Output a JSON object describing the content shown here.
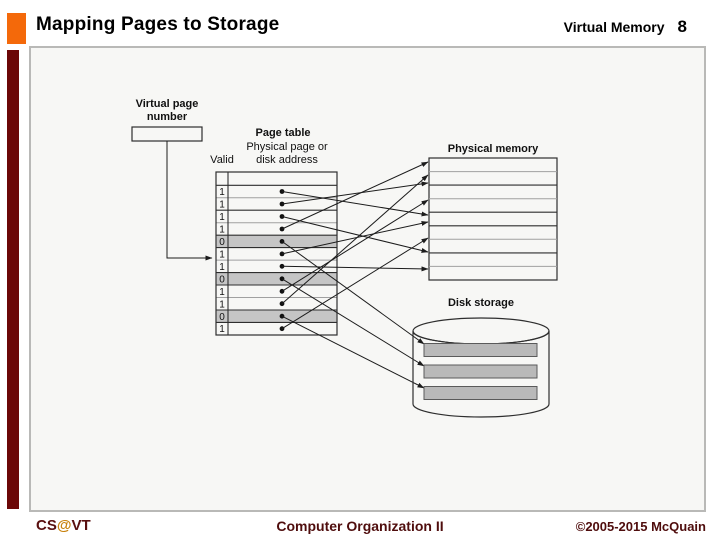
{
  "header": {
    "title": "Mapping Pages to Storage",
    "course": "Virtual Memory",
    "slide_number": "8"
  },
  "footer": {
    "cs": "CS",
    "at": "@",
    "vt": "VT",
    "center": "Computer Organization II",
    "copyright": "©2005-2015 McQuain"
  },
  "diagram": {
    "vpn_label1": "Virtual page",
    "vpn_label2": "number",
    "page_table": {
      "title": "Page table",
      "header1": "Physical page or",
      "header2": "disk address",
      "valid_label": "Valid",
      "valid_bits": [
        "1",
        "1",
        "1",
        "1",
        "0",
        "1",
        "1",
        "0",
        "1",
        "1",
        "0",
        "1"
      ]
    },
    "memory_label": "Physical memory",
    "memory_rows": 9,
    "disk_label": "Disk storage",
    "disk_blocks": 3,
    "colors": {
      "accent_orange": "#F4690A",
      "sidebar_maroon": "#6C0707",
      "footer_text": "#4F0D0D",
      "invalid_row_gray": "#C5C5C5",
      "disk_block_gray": "#B9B9B9"
    }
  }
}
